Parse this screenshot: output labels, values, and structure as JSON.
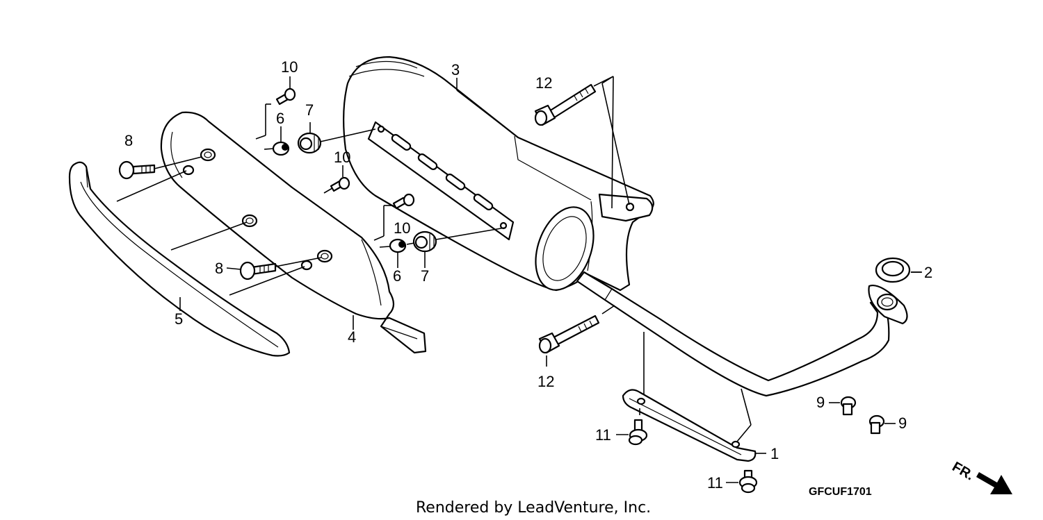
{
  "diagram": {
    "callouts": {
      "p1": "1",
      "p2": "2",
      "p3": "3",
      "p4": "4",
      "p5": "5",
      "p6a": "6",
      "p6b": "6",
      "p7a": "7",
      "p7b": "7",
      "p8a": "8",
      "p8b": "8",
      "p9a": "9",
      "p9b": "9",
      "p10a": "10",
      "p10b": "10",
      "p10c": "10",
      "p11a": "11",
      "p11b": "11",
      "p12a": "12",
      "p12b": "12"
    },
    "diagram_code": "GFCUF1701",
    "credit": "Rendered by LeadVenture, Inc.",
    "front_marker": "FR."
  }
}
